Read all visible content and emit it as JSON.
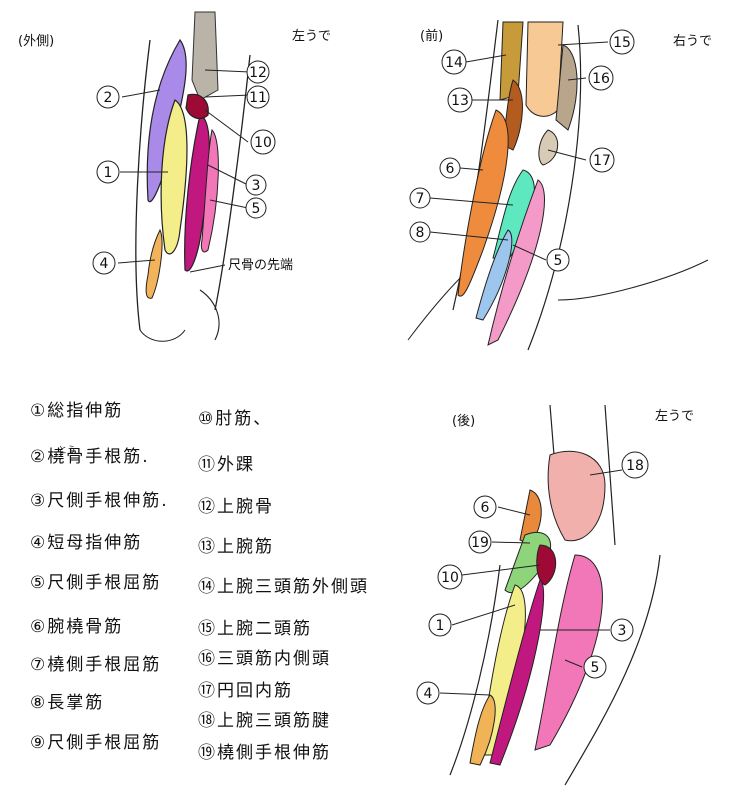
{
  "views": {
    "lateral": {
      "caption": "(外側)",
      "side": "左うで",
      "note": "尺骨の先端",
      "numbers": [
        "2",
        "12",
        "11",
        "10",
        "1",
        "3",
        "5",
        "4"
      ]
    },
    "front": {
      "caption": "(前)",
      "side": "右うで",
      "numbers": [
        "14",
        "15",
        "16",
        "13",
        "17",
        "6",
        "7",
        "8",
        "5"
      ]
    },
    "back": {
      "caption": "(後)",
      "side": "左うで",
      "numbers": [
        "18",
        "6",
        "19",
        "10",
        "1",
        "3",
        "5",
        "4"
      ]
    }
  },
  "legend": [
    {
      "num": "①",
      "name": "総指伸筋"
    },
    {
      "num": "②",
      "name": "橈骨手根筋.",
      "ruby": "とう"
    },
    {
      "num": "③",
      "name": "尺側手根伸筋."
    },
    {
      "num": "④",
      "name": "短母指伸筋"
    },
    {
      "num": "⑤",
      "name": "尺側手根屈筋"
    },
    {
      "num": "⑥",
      "name": "腕橈骨筋"
    },
    {
      "num": "⑦",
      "name": "橈側手根屈筋"
    },
    {
      "num": "⑧",
      "name": "長掌筋"
    },
    {
      "num": "⑨",
      "name": "尺側手根屈筋"
    },
    {
      "num": "⑩",
      "name": "肘筋、"
    },
    {
      "num": "⑪",
      "name": "外踝"
    },
    {
      "num": "⑫",
      "name": "上腕骨"
    },
    {
      "num": "⑬",
      "name": "上腕筋"
    },
    {
      "num": "⑭",
      "name": "上腕三頭筋外側頭"
    },
    {
      "num": "⑮",
      "name": "上腕二頭筋"
    },
    {
      "num": "⑯",
      "name": "三頭筋内側頭"
    },
    {
      "num": "⑰",
      "name": "円回内筋"
    },
    {
      "num": "⑱",
      "name": "上腕三頭筋腱"
    },
    {
      "num": "⑲",
      "name": "橈側手根伸筋"
    }
  ]
}
